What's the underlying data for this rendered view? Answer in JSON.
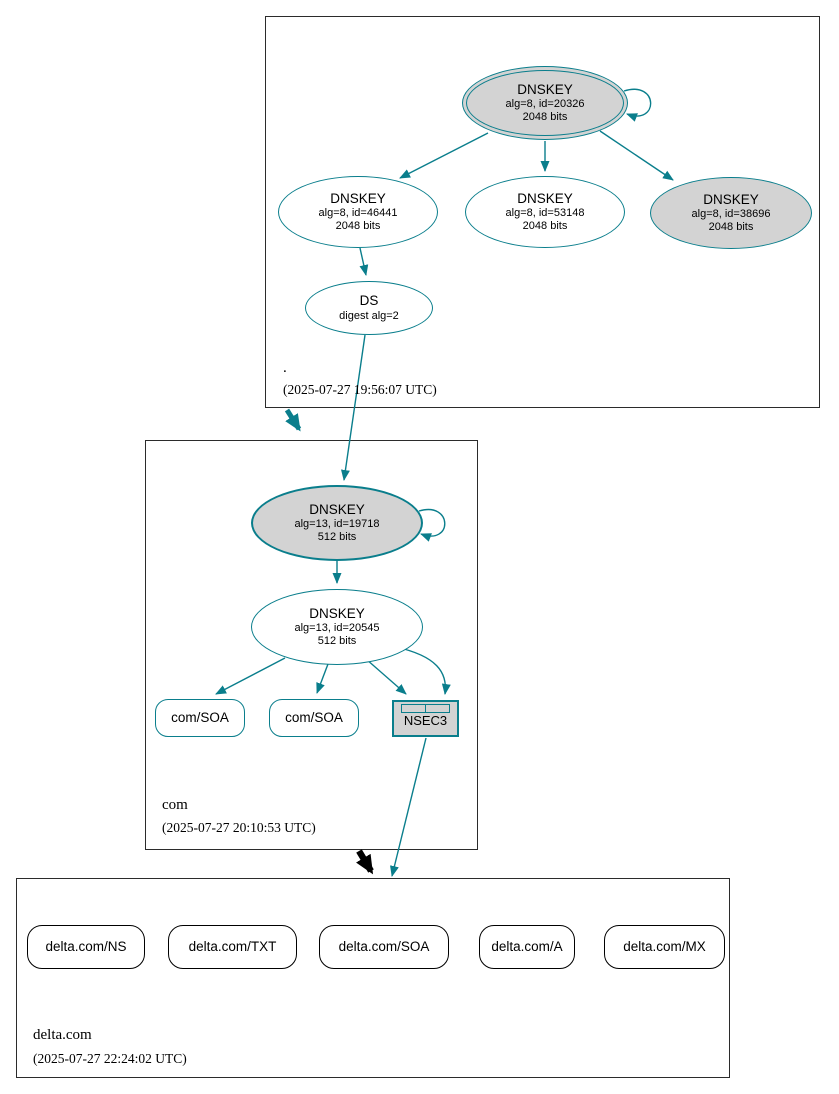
{
  "colors": {
    "edge_secure_teal": "#0a7e8c",
    "node_fill_gray": "#d3d3d3",
    "delegation_black": "#000000",
    "background": "#ffffff"
  },
  "zones": {
    "root": {
      "label": ".",
      "timestamp": "(2025-07-27 19:56:07 UTC)",
      "nodes": {
        "dnskey_20326": {
          "title": "DNSKEY",
          "line2": "alg=8, id=20326",
          "line3": "2048 bits"
        },
        "dnskey_46441": {
          "title": "DNSKEY",
          "line2": "alg=8, id=46441",
          "line3": "2048 bits"
        },
        "dnskey_53148": {
          "title": "DNSKEY",
          "line2": "alg=8, id=53148",
          "line3": "2048 bits"
        },
        "dnskey_38696": {
          "title": "DNSKEY",
          "line2": "alg=8, id=38696",
          "line3": "2048 bits"
        },
        "ds": {
          "title": "DS",
          "line2": "digest alg=2"
        }
      }
    },
    "com": {
      "label": "com",
      "timestamp": "(2025-07-27 20:10:53 UTC)",
      "nodes": {
        "dnskey_19718": {
          "title": "DNSKEY",
          "line2": "alg=13, id=19718",
          "line3": "512 bits"
        },
        "dnskey_20545": {
          "title": "DNSKEY",
          "line2": "alg=13, id=20545",
          "line3": "512 bits"
        },
        "soa1": {
          "label": "com/SOA"
        },
        "soa2": {
          "label": "com/SOA"
        },
        "nsec3": {
          "label": "NSEC3"
        }
      }
    },
    "delta": {
      "label": "delta.com",
      "timestamp": "(2025-07-27 22:24:02 UTC)",
      "rrsets": [
        {
          "label": "delta.com/NS"
        },
        {
          "label": "delta.com/TXT"
        },
        {
          "label": "delta.com/SOA"
        },
        {
          "label": "delta.com/A"
        },
        {
          "label": "delta.com/MX"
        }
      ]
    }
  }
}
